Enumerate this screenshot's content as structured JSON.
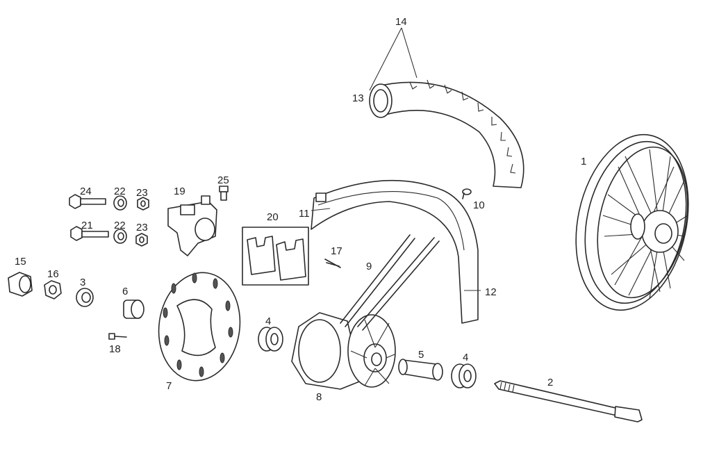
{
  "labels": {
    "p1": "1",
    "p2": "2",
    "p3": "3",
    "p4a": "4",
    "p4b": "4",
    "p5": "5",
    "p6": "6",
    "p7": "7",
    "p8": "8",
    "p9": "9",
    "p10": "10",
    "p11": "11",
    "p12": "12",
    "p13": "13",
    "p14": "14",
    "p15": "15",
    "p16": "16",
    "p17": "17",
    "p18": "18",
    "p19": "19",
    "p20": "20",
    "p21": "21",
    "p22a": "22",
    "p22b": "22",
    "p23a": "23",
    "p23b": "23",
    "p24": "24",
    "p25": "25"
  }
}
